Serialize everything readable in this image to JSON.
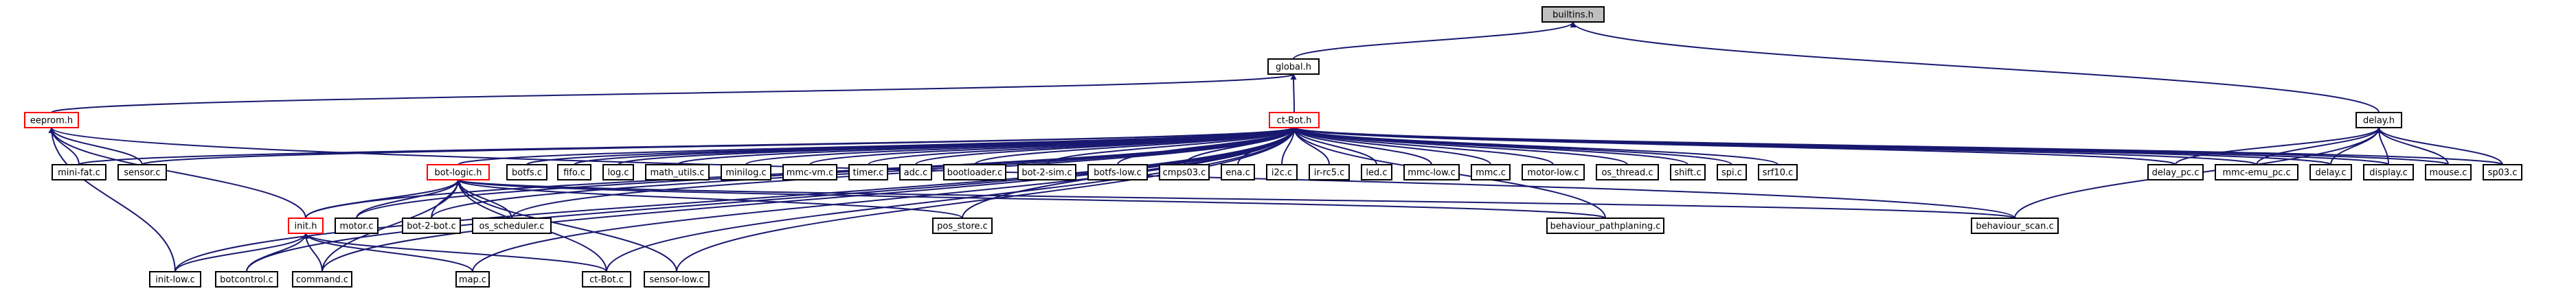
{
  "colors": {
    "edge": "#191970",
    "node_border": "#000000",
    "node_border_truncated": "#ff0000",
    "node_fill": "#ffffff",
    "root_fill": "#bfbfbf"
  },
  "nodes": {
    "builtins_h": {
      "label": "builtins.h",
      "style": "root"
    },
    "global_h": {
      "label": "global.h",
      "style": "normal"
    },
    "delay_h": {
      "label": "delay.h",
      "style": "normal"
    },
    "eeprom_h": {
      "label": "eeprom.h",
      "style": "truncated"
    },
    "ct_bot_h": {
      "label": "ct-Bot.h",
      "style": "truncated"
    },
    "mini_fat_c": {
      "label": "mini-fat.c",
      "style": "normal"
    },
    "sensor_c": {
      "label": "sensor.c",
      "style": "normal"
    },
    "bot_logic_h": {
      "label": "bot-logic.h",
      "style": "truncated"
    },
    "botfs_c": {
      "label": "botfs.c",
      "style": "normal"
    },
    "fifo_c": {
      "label": "fifo.c",
      "style": "normal"
    },
    "log_c": {
      "label": "log.c",
      "style": "normal"
    },
    "math_utils_c": {
      "label": "math_utils.c",
      "style": "normal"
    },
    "minilog_c": {
      "label": "minilog.c",
      "style": "normal"
    },
    "mmc_vm_c": {
      "label": "mmc-vm.c",
      "style": "normal"
    },
    "timer_c": {
      "label": "timer.c",
      "style": "normal"
    },
    "adc_c": {
      "label": "adc.c",
      "style": "normal"
    },
    "bootloader_c": {
      "label": "bootloader.c",
      "style": "normal"
    },
    "bot_2_sim_c": {
      "label": "bot-2-sim.c",
      "style": "normal"
    },
    "botfs_low_c": {
      "label": "botfs-low.c",
      "style": "normal"
    },
    "cmps03_c": {
      "label": "cmps03.c",
      "style": "normal"
    },
    "ena_c": {
      "label": "ena.c",
      "style": "normal"
    },
    "i2c_c": {
      "label": "i2c.c",
      "style": "normal"
    },
    "ir_rc5_c": {
      "label": "ir-rc5.c",
      "style": "normal"
    },
    "led_c": {
      "label": "led.c",
      "style": "normal"
    },
    "mmc_low_c": {
      "label": "mmc-low.c",
      "style": "normal"
    },
    "mmc_c": {
      "label": "mmc.c",
      "style": "normal"
    },
    "motor_low_c": {
      "label": "motor-low.c",
      "style": "normal"
    },
    "os_thread_c": {
      "label": "os_thread.c",
      "style": "normal"
    },
    "shift_c": {
      "label": "shift.c",
      "style": "normal"
    },
    "spi_c": {
      "label": "spi.c",
      "style": "normal"
    },
    "srf10_c": {
      "label": "srf10.c",
      "style": "normal"
    },
    "delay_pc_c": {
      "label": "delay_pc.c",
      "style": "normal"
    },
    "mmc_emu_pc_c": {
      "label": "mmc-emu_pc.c",
      "style": "normal"
    },
    "delay_c": {
      "label": "delay.c",
      "style": "normal"
    },
    "display_c": {
      "label": "display.c",
      "style": "normal"
    },
    "mouse_c": {
      "label": "mouse.c",
      "style": "normal"
    },
    "sp03_c": {
      "label": "sp03.c",
      "style": "normal"
    },
    "init_h": {
      "label": "init.h",
      "style": "truncated"
    },
    "motor_c": {
      "label": "motor.c",
      "style": "normal"
    },
    "bot_2_bot_c": {
      "label": "bot-2-bot.c",
      "style": "normal"
    },
    "os_scheduler_c": {
      "label": "os_scheduler.c",
      "style": "normal"
    },
    "pos_store_c": {
      "label": "pos_store.c",
      "style": "normal"
    },
    "behaviour_pathplaning_c": {
      "label": "behaviour_pathplaning.c",
      "style": "normal"
    },
    "behaviour_scan_c": {
      "label": "behaviour_scan.c",
      "style": "normal"
    },
    "init_low_c": {
      "label": "init-low.c",
      "style": "normal"
    },
    "botcontrol_c": {
      "label": "botcontrol.c",
      "style": "normal"
    },
    "command_c": {
      "label": "command.c",
      "style": "normal"
    },
    "map_c": {
      "label": "map.c",
      "style": "normal"
    },
    "ct_bot_c": {
      "label": "ct-Bot.c",
      "style": "normal"
    },
    "sensor_low_c": {
      "label": "sensor-low.c",
      "style": "normal"
    }
  },
  "edges": [
    [
      "global_h",
      "builtins_h"
    ],
    [
      "delay_h",
      "builtins_h"
    ],
    [
      "ct_bot_h",
      "global_h"
    ],
    [
      "eeprom_h",
      "global_h"
    ],
    [
      "mini_fat_c",
      "eeprom_h"
    ],
    [
      "sensor_c",
      "eeprom_h"
    ],
    [
      "init_h",
      "eeprom_h"
    ],
    [
      "init_low_c",
      "eeprom_h"
    ],
    [
      "behaviour_scan_c",
      "eeprom_h"
    ],
    [
      "mini_fat_c",
      "ct_bot_h"
    ],
    [
      "sensor_c",
      "ct_bot_h"
    ],
    [
      "bot_logic_h",
      "ct_bot_h"
    ],
    [
      "botfs_c",
      "ct_bot_h"
    ],
    [
      "fifo_c",
      "ct_bot_h"
    ],
    [
      "log_c",
      "ct_bot_h"
    ],
    [
      "math_utils_c",
      "ct_bot_h"
    ],
    [
      "minilog_c",
      "ct_bot_h"
    ],
    [
      "mmc_vm_c",
      "ct_bot_h"
    ],
    [
      "timer_c",
      "ct_bot_h"
    ],
    [
      "adc_c",
      "ct_bot_h"
    ],
    [
      "bootloader_c",
      "ct_bot_h"
    ],
    [
      "bot_2_sim_c",
      "ct_bot_h"
    ],
    [
      "botfs_low_c",
      "ct_bot_h"
    ],
    [
      "cmps03_c",
      "ct_bot_h"
    ],
    [
      "ena_c",
      "ct_bot_h"
    ],
    [
      "i2c_c",
      "ct_bot_h"
    ],
    [
      "ir_rc5_c",
      "ct_bot_h"
    ],
    [
      "led_c",
      "ct_bot_h"
    ],
    [
      "mmc_low_c",
      "ct_bot_h"
    ],
    [
      "mmc_c",
      "ct_bot_h"
    ],
    [
      "motor_low_c",
      "ct_bot_h"
    ],
    [
      "os_thread_c",
      "ct_bot_h"
    ],
    [
      "shift_c",
      "ct_bot_h"
    ],
    [
      "spi_c",
      "ct_bot_h"
    ],
    [
      "srf10_c",
      "ct_bot_h"
    ],
    [
      "delay_pc_c",
      "ct_bot_h"
    ],
    [
      "mmc_emu_pc_c",
      "ct_bot_h"
    ],
    [
      "delay_c",
      "ct_bot_h"
    ],
    [
      "display_c",
      "ct_bot_h"
    ],
    [
      "mouse_c",
      "ct_bot_h"
    ],
    [
      "sp03_c",
      "ct_bot_h"
    ],
    [
      "init_h",
      "ct_bot_h"
    ],
    [
      "motor_c",
      "ct_bot_h"
    ],
    [
      "bot_2_bot_c",
      "ct_bot_h"
    ],
    [
      "os_scheduler_c",
      "ct_bot_h"
    ],
    [
      "pos_store_c",
      "ct_bot_h"
    ],
    [
      "behaviour_pathplaning_c",
      "ct_bot_h"
    ],
    [
      "init_low_c",
      "ct_bot_h"
    ],
    [
      "botcontrol_c",
      "ct_bot_h"
    ],
    [
      "command_c",
      "ct_bot_h"
    ],
    [
      "map_c",
      "ct_bot_h"
    ],
    [
      "ct_bot_c",
      "ct_bot_h"
    ],
    [
      "sensor_low_c",
      "ct_bot_h"
    ],
    [
      "delay_pc_c",
      "delay_h"
    ],
    [
      "mmc_emu_pc_c",
      "delay_h"
    ],
    [
      "delay_c",
      "delay_h"
    ],
    [
      "display_c",
      "delay_h"
    ],
    [
      "mouse_c",
      "delay_h"
    ],
    [
      "sp03_c",
      "delay_h"
    ],
    [
      "behaviour_scan_c",
      "delay_h"
    ],
    [
      "init_h",
      "bot_logic_h"
    ],
    [
      "motor_c",
      "bot_logic_h"
    ],
    [
      "bot_2_bot_c",
      "bot_logic_h"
    ],
    [
      "os_scheduler_c",
      "bot_logic_h"
    ],
    [
      "pos_store_c",
      "bot_logic_h"
    ],
    [
      "behaviour_pathplaning_c",
      "bot_logic_h"
    ],
    [
      "behaviour_scan_c",
      "bot_logic_h"
    ],
    [
      "command_c",
      "bot_logic_h"
    ],
    [
      "ct_bot_c",
      "bot_logic_h"
    ],
    [
      "sensor_low_c",
      "bot_logic_h"
    ],
    [
      "init_low_c",
      "init_h"
    ],
    [
      "botcontrol_c",
      "init_h"
    ],
    [
      "command_c",
      "init_h"
    ],
    [
      "map_c",
      "init_h"
    ],
    [
      "ct_bot_c",
      "init_h"
    ]
  ]
}
